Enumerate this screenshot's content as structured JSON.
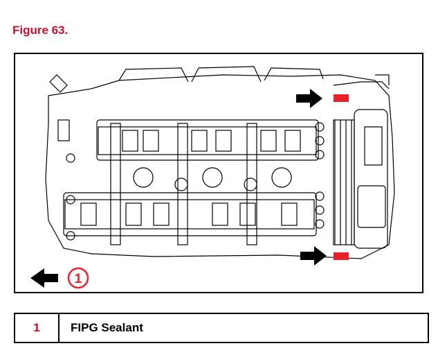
{
  "figure_title": "Figure 63.",
  "callout": {
    "number": "1"
  },
  "legend": [
    {
      "number": "1",
      "description": "FIPG Sealant"
    }
  ],
  "colors": {
    "title": "#c8102e",
    "sealant_marker": "#e8202a",
    "line": "#000000"
  },
  "icons": [
    "arrow-left-icon",
    "arrow-right-icon"
  ]
}
